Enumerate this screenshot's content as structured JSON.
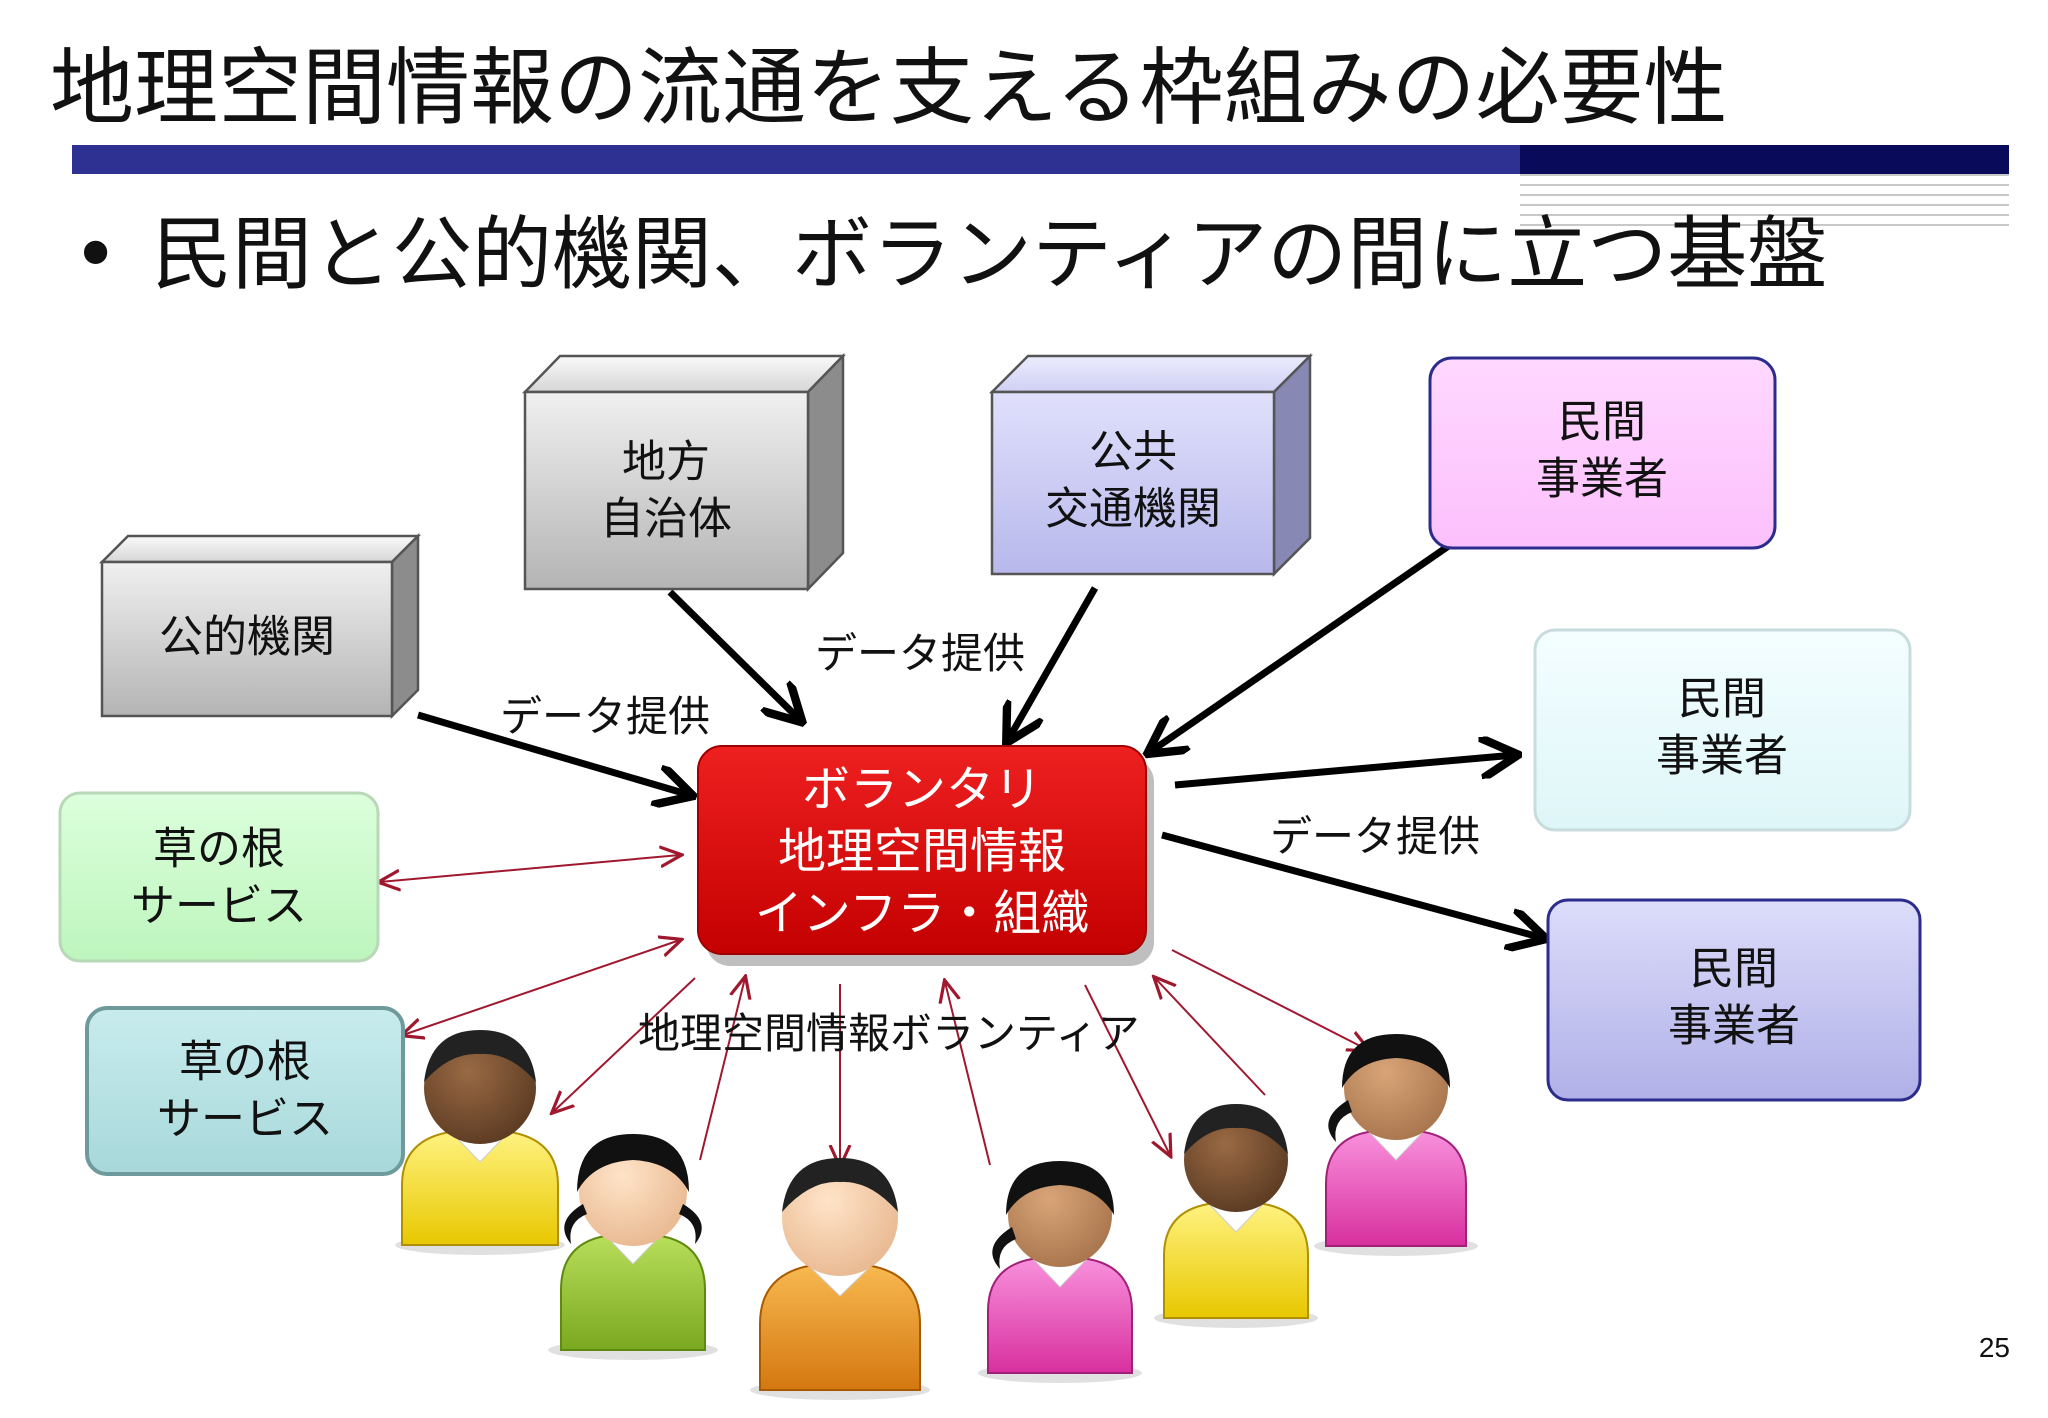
{
  "title": "地理空間情報の流通を支える枠組みの必要性",
  "bullet": "民間と公的機関、ボランティアの間に立つ基盤",
  "page_number": "25",
  "colors": {
    "accent_bar": "#2e3192",
    "accent_bar_dark": "#0a0a5a",
    "center_box": "#dd0000",
    "box_gray": "#d0d0d0",
    "box_lavender": "#ccccf6",
    "box_pink": "#ffccff",
    "box_ice": "#e8fafc",
    "box_blue": "#c4c4ee",
    "box_green": "#ccffcc",
    "box_teal": "#b8e2e4",
    "data_arrow": "#000000",
    "volunteer_arrow": "#a0182e"
  },
  "nodes": {
    "center": [
      "ボランタリ",
      "地理空間情報",
      "インフラ・組織"
    ],
    "public_agency": [
      "公的機関"
    ],
    "local_government": [
      "地方",
      "自治体"
    ],
    "public_transport": [
      "公共",
      "交通機関"
    ],
    "private_top": [
      "民間",
      "事業者"
    ],
    "private_mid": [
      "民間",
      "事業者"
    ],
    "private_bottom": [
      "民間",
      "事業者"
    ],
    "grassroots_1": [
      "草の根",
      "サービス"
    ],
    "grassroots_2": [
      "草の根",
      "サービス"
    ]
  },
  "labels": {
    "data_left": "データ提供",
    "data_top": "データ提供",
    "data_right": "データ提供",
    "volunteers": "地理空間情報ボランティア"
  },
  "volunteer_icons": [
    "person-icon",
    "person-icon",
    "person-icon",
    "person-icon",
    "person-icon",
    "person-icon"
  ]
}
